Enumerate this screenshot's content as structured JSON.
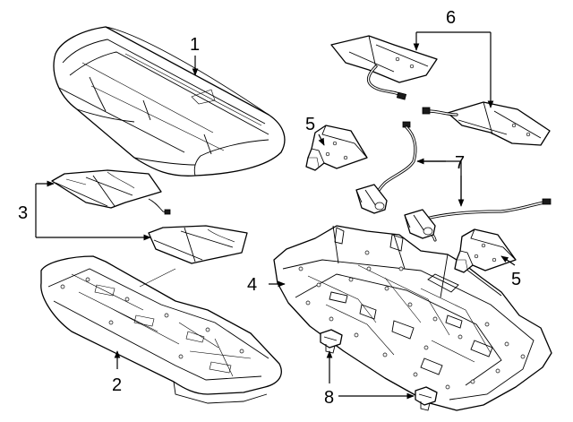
{
  "callouts": {
    "c1": "1",
    "c2": "2",
    "c3": "3",
    "c4": "4",
    "c5a": "5",
    "c5b": "5",
    "c6": "6",
    "c7": "7",
    "c8": "8"
  }
}
